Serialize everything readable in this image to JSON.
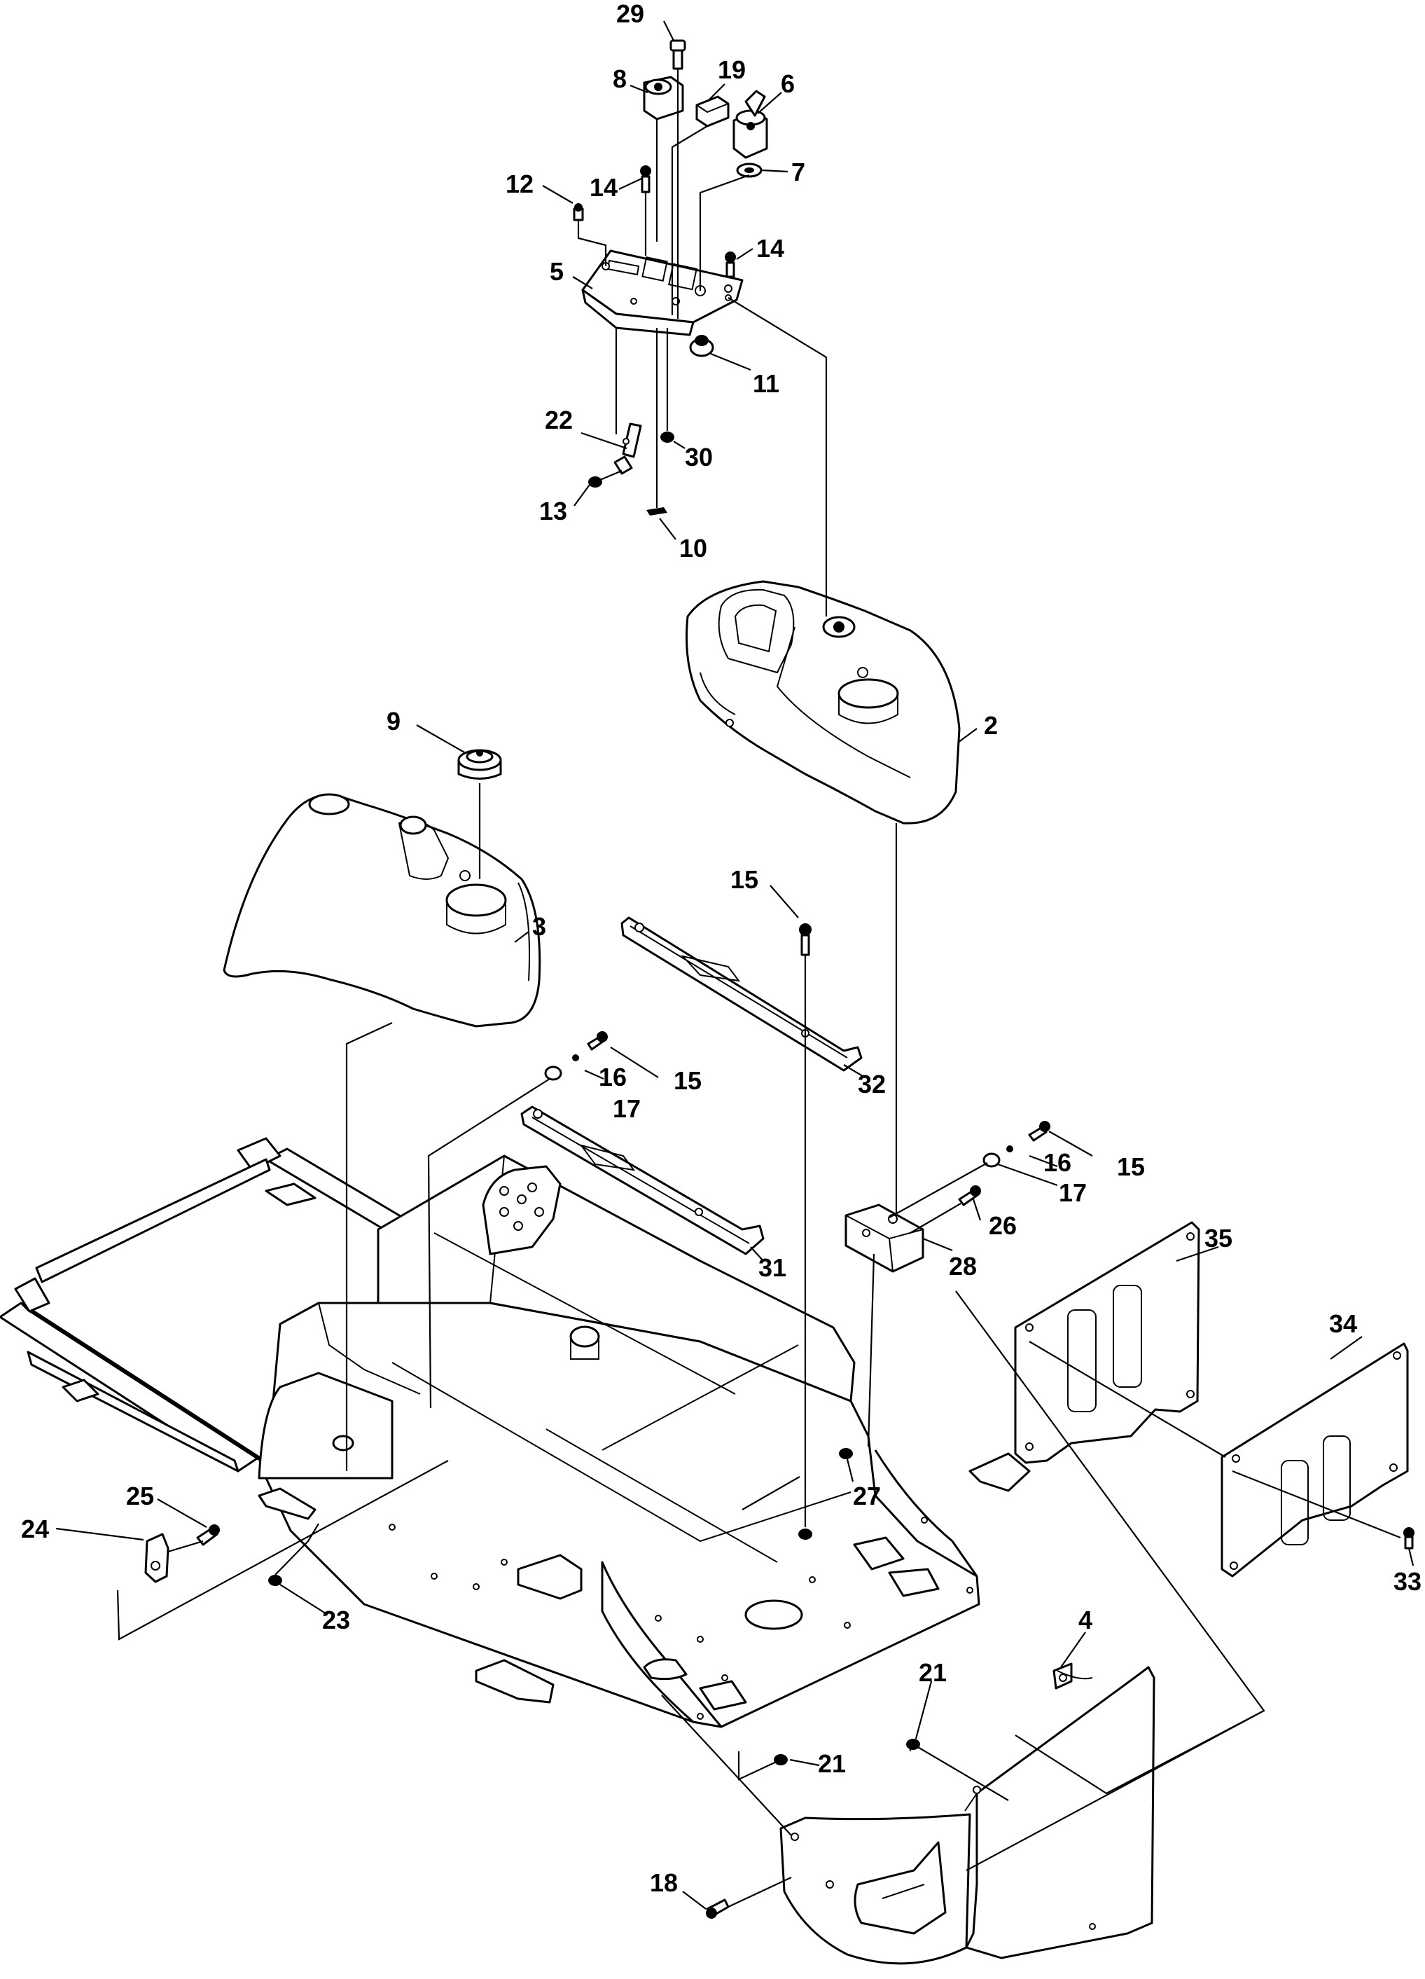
{
  "diagram": {
    "callouts": [
      {
        "id": "29",
        "label": "29"
      },
      {
        "id": "8",
        "label": "8"
      },
      {
        "id": "19",
        "label": "19"
      },
      {
        "id": "6",
        "label": "6"
      },
      {
        "id": "7",
        "label": "7"
      },
      {
        "id": "12",
        "label": "12"
      },
      {
        "id": "14a",
        "label": "14"
      },
      {
        "id": "14b",
        "label": "14"
      },
      {
        "id": "5",
        "label": "5"
      },
      {
        "id": "11",
        "label": "11"
      },
      {
        "id": "22",
        "label": "22"
      },
      {
        "id": "30",
        "label": "30"
      },
      {
        "id": "13",
        "label": "13"
      },
      {
        "id": "10",
        "label": "10"
      },
      {
        "id": "2",
        "label": "2"
      },
      {
        "id": "9",
        "label": "9"
      },
      {
        "id": "3",
        "label": "3"
      },
      {
        "id": "15a",
        "label": "15"
      },
      {
        "id": "16a",
        "label": "16"
      },
      {
        "id": "15b",
        "label": "15"
      },
      {
        "id": "17a",
        "label": "17"
      },
      {
        "id": "32",
        "label": "32"
      },
      {
        "id": "16b",
        "label": "16"
      },
      {
        "id": "15c",
        "label": "15"
      },
      {
        "id": "17b",
        "label": "17"
      },
      {
        "id": "26",
        "label": "26"
      },
      {
        "id": "28",
        "label": "28"
      },
      {
        "id": "31",
        "label": "31"
      },
      {
        "id": "35",
        "label": "35"
      },
      {
        "id": "34",
        "label": "34"
      },
      {
        "id": "27",
        "label": "27"
      },
      {
        "id": "25",
        "label": "25"
      },
      {
        "id": "24",
        "label": "24"
      },
      {
        "id": "23",
        "label": "23"
      },
      {
        "id": "33",
        "label": "33"
      },
      {
        "id": "4",
        "label": "4"
      },
      {
        "id": "21a",
        "label": "21"
      },
      {
        "id": "21b",
        "label": "21"
      },
      {
        "id": "18",
        "label": "18"
      }
    ]
  }
}
